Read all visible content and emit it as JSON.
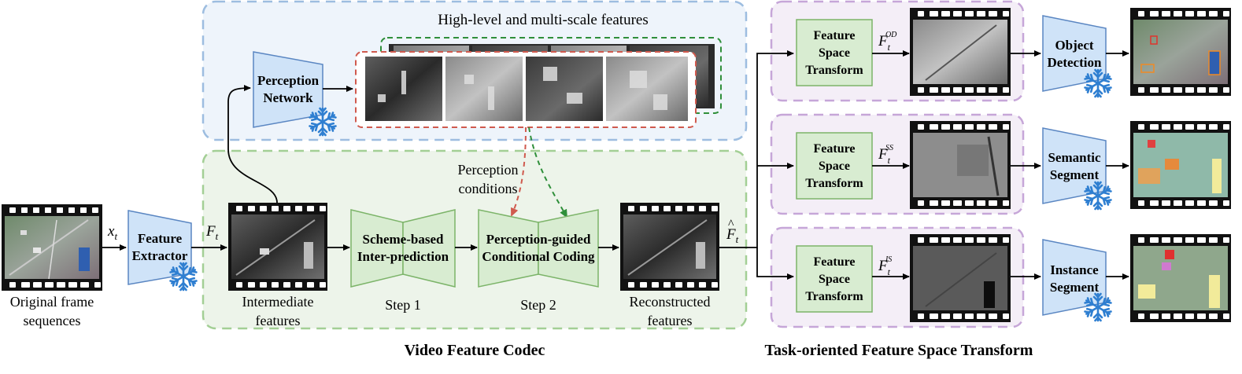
{
  "panels": {
    "perception_title": "High-level and multi-scale features",
    "codec_title": "Video Feature Codec",
    "transform_title": "Task-oriented Feature Space Transform"
  },
  "input": {
    "caption_line1": "Original frame",
    "caption_line2": "sequences",
    "symbol": "x",
    "symbol_sub": "t"
  },
  "feature_extractor": {
    "line1": "Feature",
    "line2": "Extractor"
  },
  "perception_network": {
    "line1": "Perception",
    "line2": "Network"
  },
  "intermediate": {
    "symbol": "F",
    "symbol_sub": "t",
    "caption_line1": "Intermediate",
    "caption_line2": "features"
  },
  "step1": {
    "line1": "Scheme-based",
    "line2": "Inter-prediction",
    "caption": "Step 1"
  },
  "step2": {
    "line1": "Perception-guided",
    "line2": "Conditional Coding",
    "caption": "Step 2"
  },
  "perception_conditions": {
    "line1": "Perception",
    "line2": "conditions"
  },
  "reconstructed": {
    "symbol": "F",
    "symbol_accent": "^",
    "symbol_sub": "t",
    "caption_line1": "Reconstructed",
    "caption_line2": "features"
  },
  "tasks": [
    {
      "fst_line1": "Feature",
      "fst_line2": "Space",
      "fst_line3": "Transform",
      "symbol": "F",
      "symbol_sub": "t",
      "symbol_sup": "OD",
      "head_line1": "Object",
      "head_line2": "Detection"
    },
    {
      "fst_line1": "Feature",
      "fst_line2": "Space",
      "fst_line3": "Transform",
      "symbol": "F",
      "symbol_sub": "t",
      "symbol_sup": "SS",
      "head_line1": "Semantic",
      "head_line2": "Segment"
    },
    {
      "fst_line1": "Feature",
      "fst_line2": "Space",
      "fst_line3": "Transform",
      "symbol": "F",
      "symbol_sub": "t",
      "symbol_sup": "IS",
      "head_line1": "Instance",
      "head_line2": "Segment"
    }
  ],
  "icons": {
    "frozen": "snowflake-icon",
    "frame": "film-strip-icon"
  },
  "colors": {
    "perception_panel": "#eef4fb",
    "codec_panel": "#edf4ea",
    "transform_panel": "#f4eef7",
    "network_fill": "#cfe3f8",
    "module_fill": "#d8ecd1",
    "snowflake": "#2f7fd1",
    "red_dash": "#d05a4e",
    "green_dash": "#2f8f3a"
  }
}
